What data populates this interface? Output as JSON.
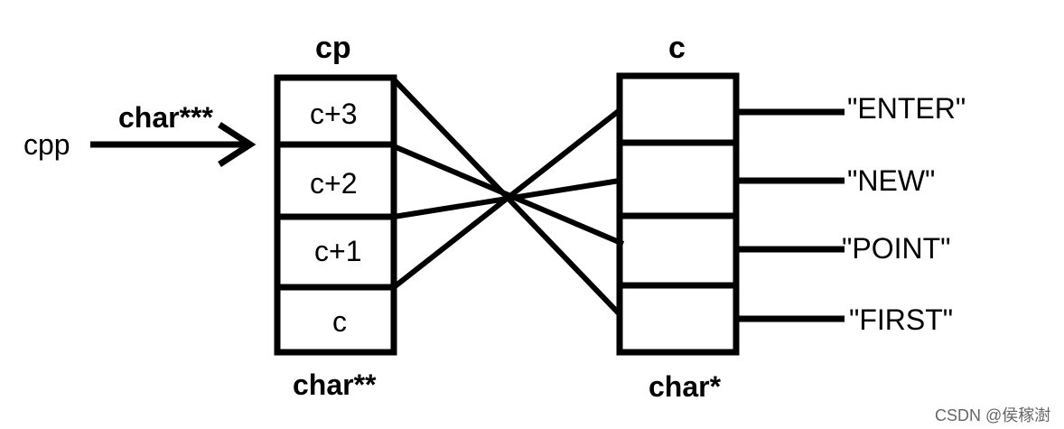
{
  "cp_array": {
    "title": "cp",
    "type_label": "char**",
    "cells": [
      "c+3",
      "c+2",
      "c+1",
      "c"
    ]
  },
  "c_array": {
    "title": "c",
    "type_label": "char*",
    "strings": [
      "\"ENTER\"",
      "\"NEW\"",
      "\"POINT\"",
      "\"FIRST\""
    ]
  },
  "cpp": {
    "name": "cpp",
    "type_label": "char***"
  },
  "watermark": "CSDN @侯稼澍"
}
